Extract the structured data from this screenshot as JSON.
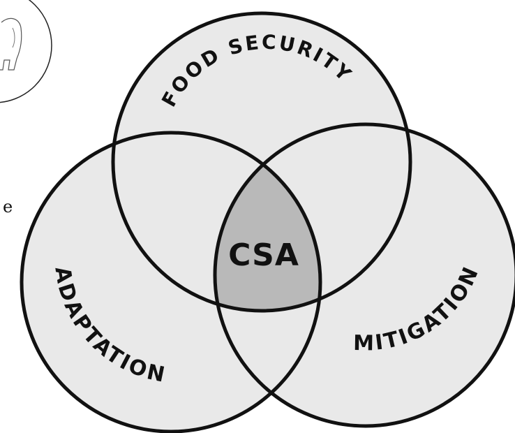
{
  "diagram": {
    "circles": [
      {
        "id": "food-security",
        "label": "FOOD SECURITY",
        "fill": "#e9e9e9"
      },
      {
        "id": "adaptation",
        "label": "ADAPTATION",
        "fill": "#e9e9e9"
      },
      {
        "id": "mitigation",
        "label": "MITIGATION",
        "fill": "#e9e9e9"
      }
    ],
    "center": {
      "label": "CSA",
      "fill": "#b9b9b9"
    },
    "stroke_color": "#111111",
    "stray_fragment": "e"
  }
}
